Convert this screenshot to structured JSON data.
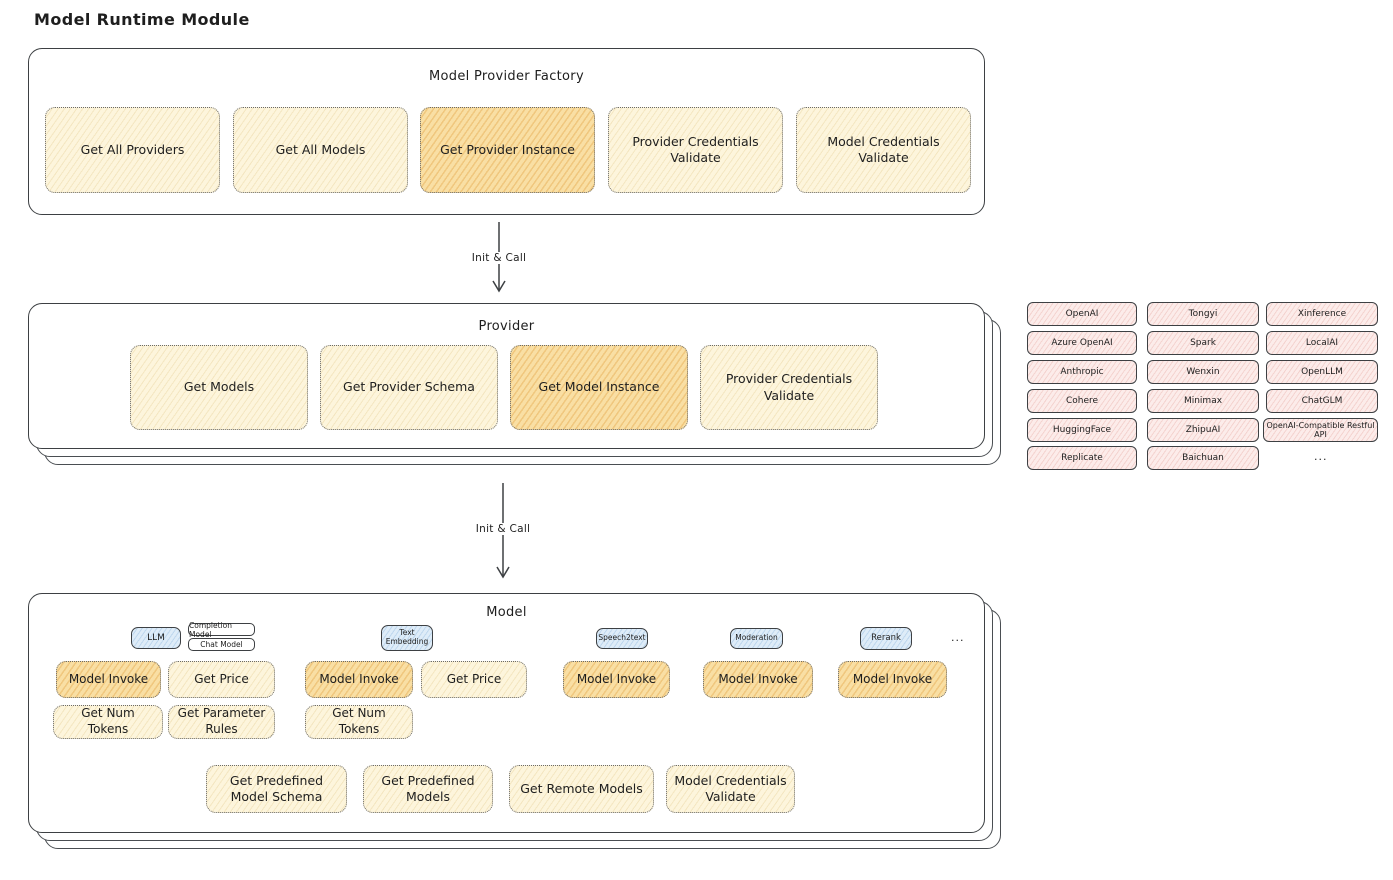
{
  "title": "Model Runtime Module",
  "colors": {
    "stroke": "#3d4043",
    "cream_fill": "#fdf5dc",
    "highlight_fill": "#f9dfa4",
    "provider_chip_fill": "#fcecea",
    "model_type_fill": "#deecf8"
  },
  "factory": {
    "title": "Model Provider Factory",
    "items": [
      {
        "label": "Get All Providers",
        "highlight": false
      },
      {
        "label": "Get All Models",
        "highlight": false
      },
      {
        "label": "Get Provider Instance",
        "highlight": true
      },
      {
        "label": "Provider Credentials Validate",
        "highlight": false
      },
      {
        "label": "Model Credentials Validate",
        "highlight": false
      }
    ]
  },
  "arrows": {
    "factory_to_provider": "Init & Call",
    "provider_to_model": "Init & Call"
  },
  "provider": {
    "title": "Provider",
    "items": [
      {
        "label": "Get Models",
        "highlight": false
      },
      {
        "label": "Get Provider Schema",
        "highlight": false
      },
      {
        "label": "Get Model Instance",
        "highlight": true
      },
      {
        "label": "Provider Credentials Validate",
        "highlight": false
      }
    ]
  },
  "providers_list": {
    "items": [
      "OpenAI",
      "Tongyi",
      "Xinference",
      "Azure OpenAI",
      "Spark",
      "LocalAI",
      "Anthropic",
      "Wenxin",
      "OpenLLM",
      "Cohere",
      "Minimax",
      "ChatGLM",
      "HuggingFace",
      "ZhipuAI",
      "OpenAI-Compatible Restful API",
      "Replicate",
      "Baichuan"
    ],
    "ellipsis": "..."
  },
  "model": {
    "title": "Model",
    "types": {
      "llm": "LLM",
      "completion": "Completion Model",
      "chat": "Chat Model",
      "text_embedding": "Text Embedding",
      "speech2text": "Speech2text",
      "moderation": "Moderation",
      "rerank": "Rerank",
      "ellipsis": "..."
    },
    "functions": {
      "model_invoke": "Model Invoke",
      "get_price": "Get Price",
      "get_num_tokens": "Get Num Tokens",
      "get_parameter_rules": "Get Parameter Rules",
      "get_predefined_model_schema": "Get Predefined Model Schema",
      "get_predefined_models": "Get Predefined Models",
      "get_remote_models": "Get Remote Models",
      "model_credentials_validate": "Model Credentials Validate"
    }
  }
}
